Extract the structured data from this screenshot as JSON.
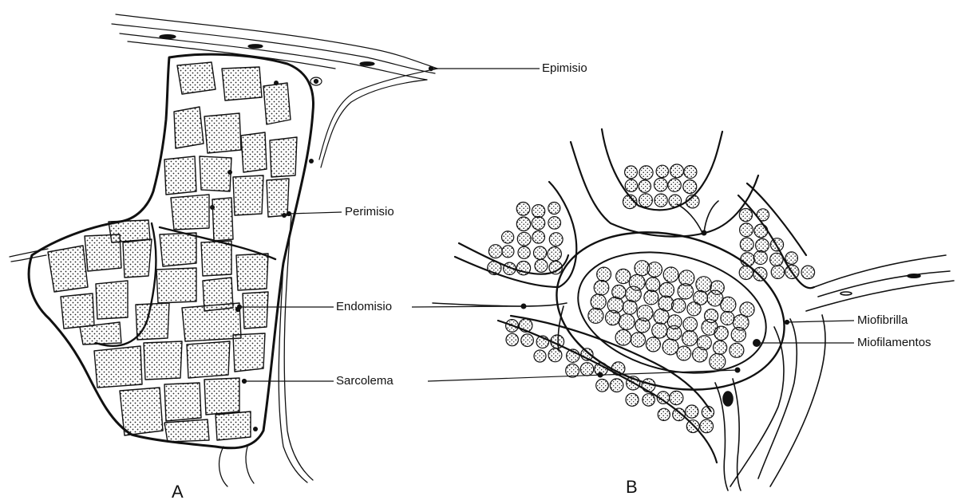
{
  "labels": {
    "epimisio": "Epimisio",
    "perimisio": "Perimisio",
    "endomisio": "Endomisio",
    "sarcolema": "Sarcolema",
    "miofibrilla": "Miofibrilla",
    "miofilamentos": "Miofilamentos"
  },
  "panels": {
    "a": "A",
    "b": "B"
  }
}
